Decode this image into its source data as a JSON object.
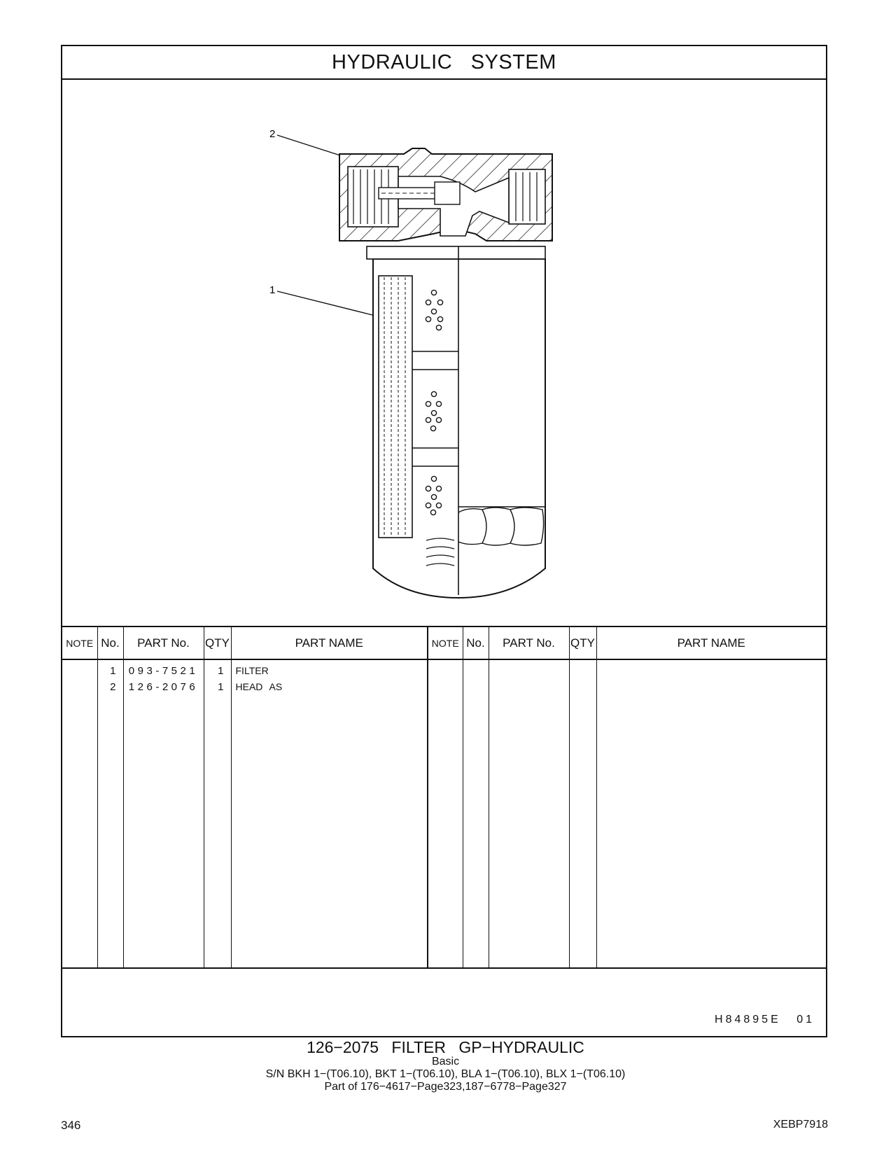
{
  "sheet": {
    "title": "HYDRAULIC SYSTEM",
    "callouts": [
      "2",
      "1"
    ],
    "drawing_id": "H84895E 01"
  },
  "table": {
    "headers": [
      "NOTE",
      "No.",
      "PART No.",
      "QTY",
      "PART NAME",
      "NOTE",
      "No.",
      "PART No.",
      "QTY",
      "PART NAME"
    ],
    "rows": [
      {
        "no": "1",
        "part_no": "093-7521",
        "qty": "1",
        "name": "FILTER"
      },
      {
        "no": "2",
        "part_no": "126-2076",
        "qty": "1",
        "name": "HEAD AS"
      }
    ]
  },
  "caption": {
    "title": "126−2075 FILTER GP−HYDRAULIC",
    "subtitle": "Basic",
    "serials": "S/N BKH 1−(T06.10), BKT 1−(T06.10), BLA 1−(T06.10), BLX 1−(T06.10)",
    "part_of": "Part of 176−4617−Page323,187−6778−Page327"
  },
  "footer": {
    "page_number": "346",
    "doc_code": "XEBP7918"
  }
}
